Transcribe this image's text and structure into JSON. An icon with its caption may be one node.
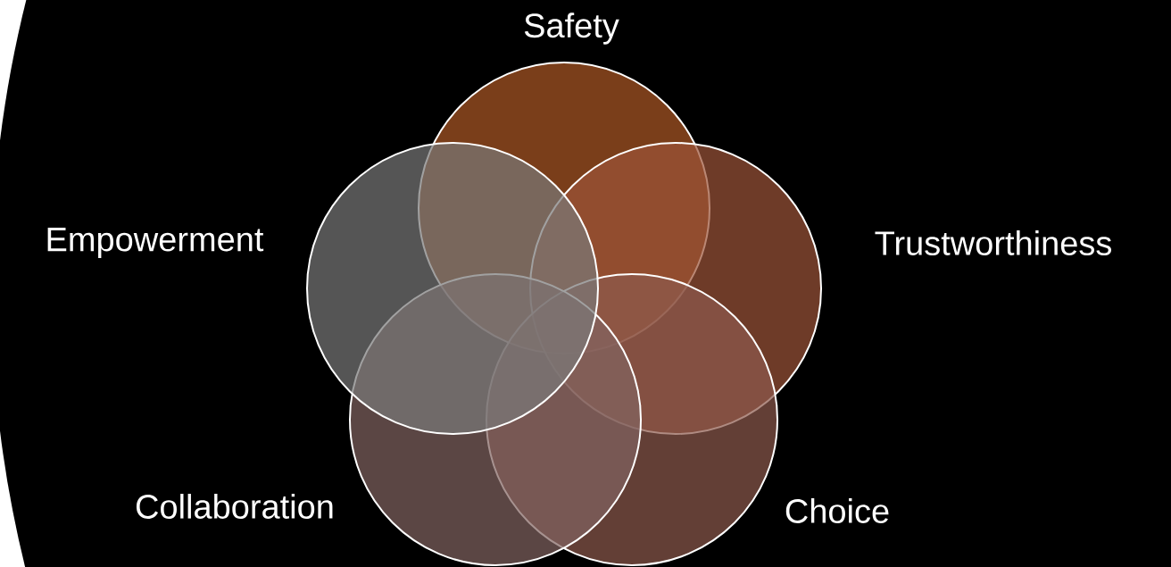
{
  "diagram": {
    "nodes": [
      {
        "text": [
          "Safety"
        ]
      },
      {
        "text": [
          "Trustworthiness"
        ]
      },
      {
        "text": [
          "Choice"
        ]
      },
      {
        "text": [
          "Collaboration"
        ]
      },
      {
        "text": [
          "Empowerment"
        ]
      }
    ]
  }
}
